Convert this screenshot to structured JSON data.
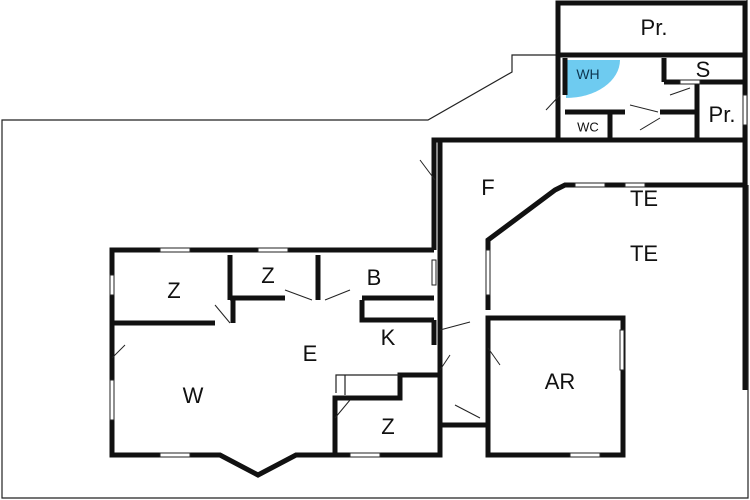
{
  "rooms": {
    "pr_top": "Pr.",
    "wh": "WH",
    "s": "S",
    "pr_right": "Pr.",
    "wc": "WC",
    "f": "F",
    "te_top": "TE",
    "te_main": "TE",
    "z_left": "Z",
    "z_mid": "Z",
    "b": "B",
    "k": "K",
    "e": "E",
    "w": "W",
    "ar": "AR",
    "z_bottom": "Z"
  },
  "colors": {
    "wall": "#111111",
    "thin_line": "#222222",
    "wh_fill": "#6ecbf0",
    "background": "#ffffff"
  }
}
